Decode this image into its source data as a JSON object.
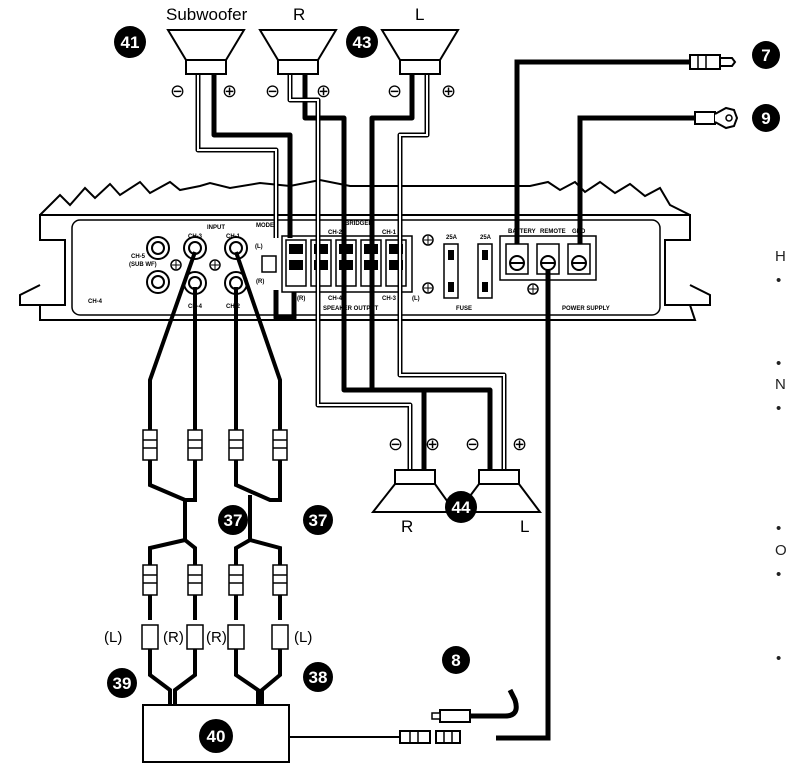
{
  "speakers": {
    "subwoofer": "Subwoofer",
    "front_right": "R",
    "front_left": "L",
    "rear_right": "R",
    "rear_left": "L"
  },
  "polarity": {
    "minus": "⊖",
    "plus": "⊕"
  },
  "callouts": {
    "c41": "41",
    "c43": "43",
    "c7": "7",
    "c9": "9",
    "c37a": "37",
    "c37b": "37",
    "c44": "44",
    "c39": "39",
    "c38": "38",
    "c8": "8",
    "c40": "40"
  },
  "amp": {
    "input_title": "INPUT",
    "ch3": "CH-3",
    "ch1": "CH-1",
    "ch5": "CH-5",
    "sub_wf": "(SUB WF)",
    "ch4": "CH-4",
    "ch2": "CH-2",
    "ch4_left": "CH-4",
    "mode": "MODE",
    "bridged": "BRIDGED",
    "spk_ch2": "CH-2",
    "spk_ch1": "CH-1",
    "spk_ch4": "CH-4",
    "spk_ch3": "CH-3",
    "r_mark": "(R)",
    "l_mark": "(L)",
    "speaker_output": "SPEAKER OUTPUT",
    "fuse_rating_1": "25A",
    "fuse_rating_2": "25A",
    "fuse": "FUSE",
    "battery": "BATTERY",
    "remote": "REMOTE",
    "gnd": "GND",
    "power_supply": "POWER SUPPLY"
  },
  "rca": {
    "left_l": "(L)",
    "left_r": "(R)",
    "right_r": "(R)",
    "right_l": "(L)"
  },
  "side_text": [
    "H",
    "•",
    "•",
    "N",
    "•",
    "•",
    "O",
    "•",
    "•"
  ]
}
